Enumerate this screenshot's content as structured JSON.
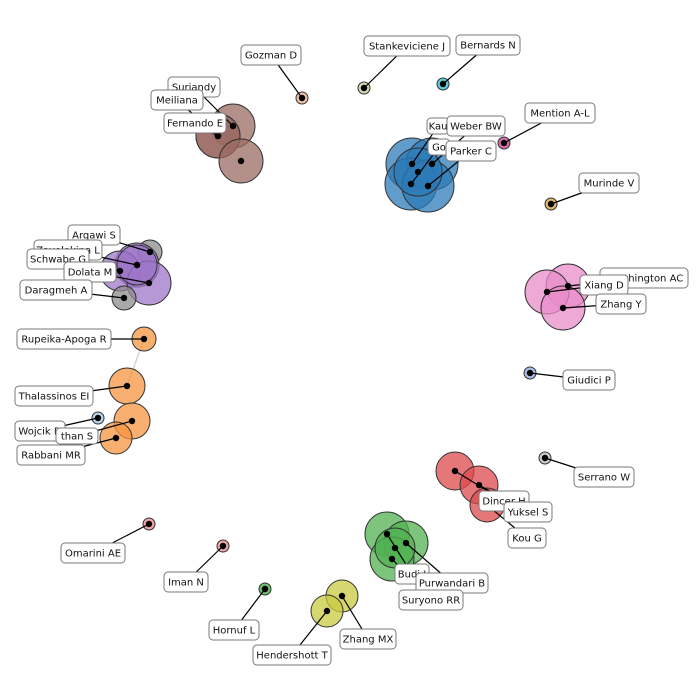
{
  "graph": {
    "nodes": [
      {
        "id": "gozman",
        "color": "#f0a986"
      },
      {
        "id": "stankeviciene",
        "color": "#c8c59a"
      },
      {
        "id": "bernards",
        "color": "#2fb8d3"
      },
      {
        "id": "mention",
        "color": "#c53f8f"
      },
      {
        "id": "murinde",
        "color": "#c9a13a"
      },
      {
        "id": "giudici",
        "color": "#8fa8e0"
      },
      {
        "id": "serrano",
        "color": "#b8b8b8"
      },
      {
        "id": "omarini",
        "color": "#e8888a"
      },
      {
        "id": "iman",
        "color": "#e8888a"
      },
      {
        "id": "hornuf",
        "color": "#3fa83f"
      },
      {
        "id": "wojcik",
        "color": "#9ec7e8"
      },
      {
        "id": "rupeika",
        "color": "#f79440"
      },
      {
        "id": "thalassinos",
        "color": "#f79440"
      },
      {
        "id": "than",
        "color": "#f79440"
      },
      {
        "id": "rabbani",
        "color": "#f79440"
      },
      {
        "id": "surjandy",
        "color": "#9b6b63"
      },
      {
        "id": "meiliana",
        "color": "#9b6b63"
      },
      {
        "id": "fernando",
        "color": "#9b6b63"
      },
      {
        "id": "fernando2",
        "color": "#9b6b63"
      },
      {
        "id": "kauffman",
        "color": "#2c7bb8"
      },
      {
        "id": "weber",
        "color": "#2c7bb8"
      },
      {
        "id": "goo",
        "color": "#2c7bb8"
      },
      {
        "id": "parker",
        "color": "#2c7bb8"
      },
      {
        "id": "blue5",
        "color": "#2c7bb8"
      },
      {
        "id": "arqawi",
        "color": "#8c8c8c"
      },
      {
        "id": "zavolokina",
        "color": "#9e75c8"
      },
      {
        "id": "schwabe",
        "color": "#9e75c8"
      },
      {
        "id": "dolata",
        "color": "#9e75c8"
      },
      {
        "id": "purple4",
        "color": "#9e75c8"
      },
      {
        "id": "daragmeh",
        "color": "#8c8c8c"
      },
      {
        "id": "worthington",
        "color": "#e88cca"
      },
      {
        "id": "xiang",
        "color": "#e88cca"
      },
      {
        "id": "zhang_y",
        "color": "#e88cca"
      },
      {
        "id": "dincer",
        "color": "#de4a4c"
      },
      {
        "id": "yuksel",
        "color": "#de4a4c"
      },
      {
        "id": "kou",
        "color": "#de4a4c"
      },
      {
        "id": "budi",
        "color": "#52b252"
      },
      {
        "id": "purwandari",
        "color": "#52b252"
      },
      {
        "id": "suryono",
        "color": "#52b252"
      },
      {
        "id": "green4",
        "color": "#52b252"
      },
      {
        "id": "zhang_mx",
        "color": "#c9c942"
      },
      {
        "id": "hendershott",
        "color": "#c9c942"
      }
    ],
    "labels": [
      {
        "node": "gozman",
        "text": "Gozman D"
      },
      {
        "node": "stankeviciene",
        "text": "Stankeviciene J"
      },
      {
        "node": "bernards",
        "text": "Bernards N"
      },
      {
        "node": "mention",
        "text": "Mention A-L"
      },
      {
        "node": "murinde",
        "text": "Murinde V"
      },
      {
        "node": "giudici",
        "text": "Giudici P"
      },
      {
        "node": "serrano",
        "text": "Serrano W"
      },
      {
        "node": "omarini",
        "text": "Omarini AE"
      },
      {
        "node": "iman",
        "text": "Iman N"
      },
      {
        "node": "hornuf",
        "text": "Hornuf L"
      },
      {
        "node": "wojcik",
        "text": "Wojcik D"
      },
      {
        "node": "rupeika",
        "text": "Rupeika-Apoga R"
      },
      {
        "node": "thalassinos",
        "text": "Thalassinos EI"
      },
      {
        "node": "than",
        "text": "than S"
      },
      {
        "node": "rabbani",
        "text": "Rabbani MR"
      },
      {
        "node": "surjandy",
        "text": "Surjandy"
      },
      {
        "node": "meiliana",
        "text": "Meiliana"
      },
      {
        "node": "fernando",
        "text": "Fernando E"
      },
      {
        "node": "kauffman",
        "text": "Kau"
      },
      {
        "node": "weber",
        "text": "Weber BW"
      },
      {
        "node": "goo",
        "text": "Go"
      },
      {
        "node": "parker",
        "text": "Parker C"
      },
      {
        "node": "arqawi",
        "text": "Arqawi S"
      },
      {
        "node": "zavolokina",
        "text": "Zavolokina L"
      },
      {
        "node": "schwabe",
        "text": "Schwabe G"
      },
      {
        "node": "dolata",
        "text": "Dolata M"
      },
      {
        "node": "daragmeh",
        "text": "Daragmeh A"
      },
      {
        "node": "worthington",
        "text": "Worthington AC"
      },
      {
        "node": "xiang",
        "text": "Xiang D"
      },
      {
        "node": "zhang_y",
        "text": "Zhang Y"
      },
      {
        "node": "dincer",
        "text": "Dincer H"
      },
      {
        "node": "yuksel",
        "text": "Yuksel S"
      },
      {
        "node": "kou",
        "text": "Kou G"
      },
      {
        "node": "budi",
        "text": "Budi I"
      },
      {
        "node": "purwandari",
        "text": "Purwandari B"
      },
      {
        "node": "suryono",
        "text": "Suryono RR"
      },
      {
        "node": "zhang_mx",
        "text": "Zhang MX"
      },
      {
        "node": "hendershott",
        "text": "Hendershott T"
      }
    ],
    "edges": [
      [
        "rupeika",
        "thalassinos"
      ]
    ]
  }
}
